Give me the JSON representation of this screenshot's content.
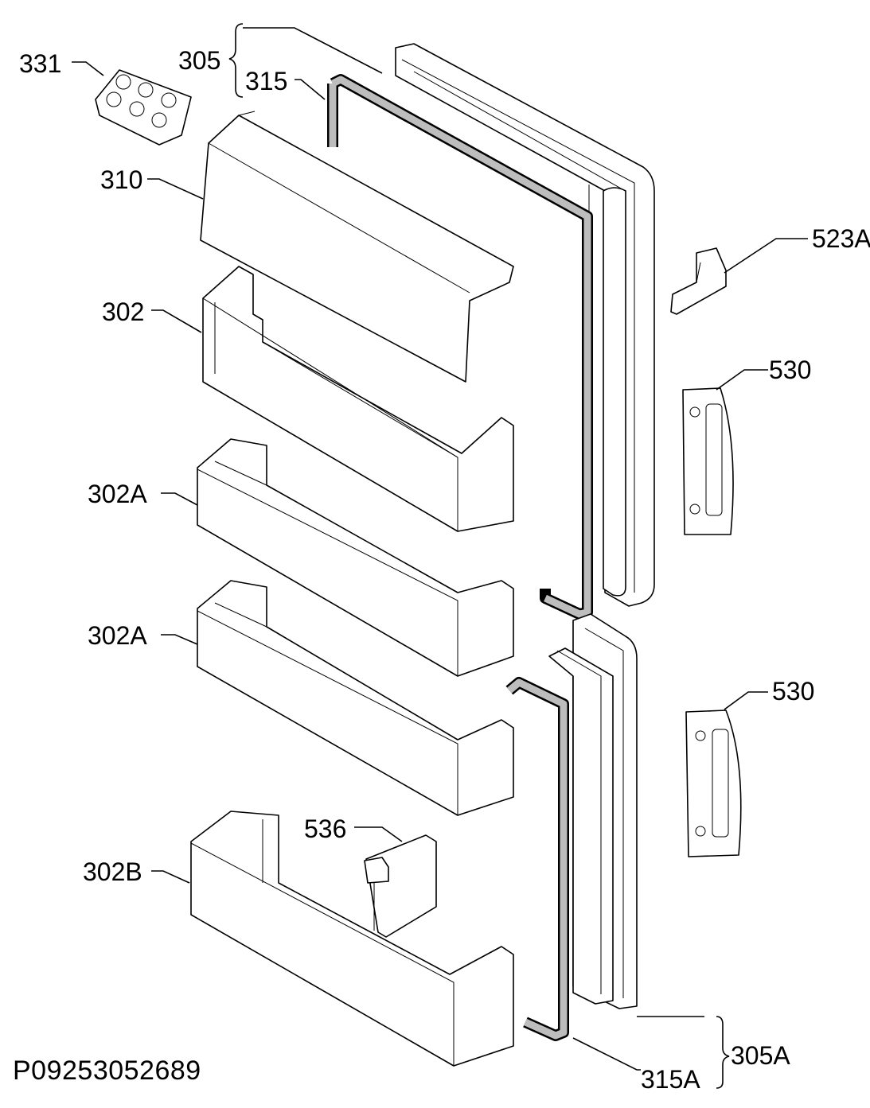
{
  "labels": {
    "egg_tray": "331",
    "upper_door_brace": "305",
    "upper_gasket": "315",
    "dairy_flap": "310",
    "upper_shelf": "302",
    "middle_shelf_1": "302A",
    "middle_shelf_2": "302A",
    "lower_shelf": "302B",
    "shelf_divider": "536",
    "hinge_cover": "523A",
    "upper_handle": "530",
    "lower_handle": "530",
    "lower_door_brace": "305A",
    "lower_gasket": "315A"
  },
  "footer": {
    "part_number": "P09253052689"
  }
}
